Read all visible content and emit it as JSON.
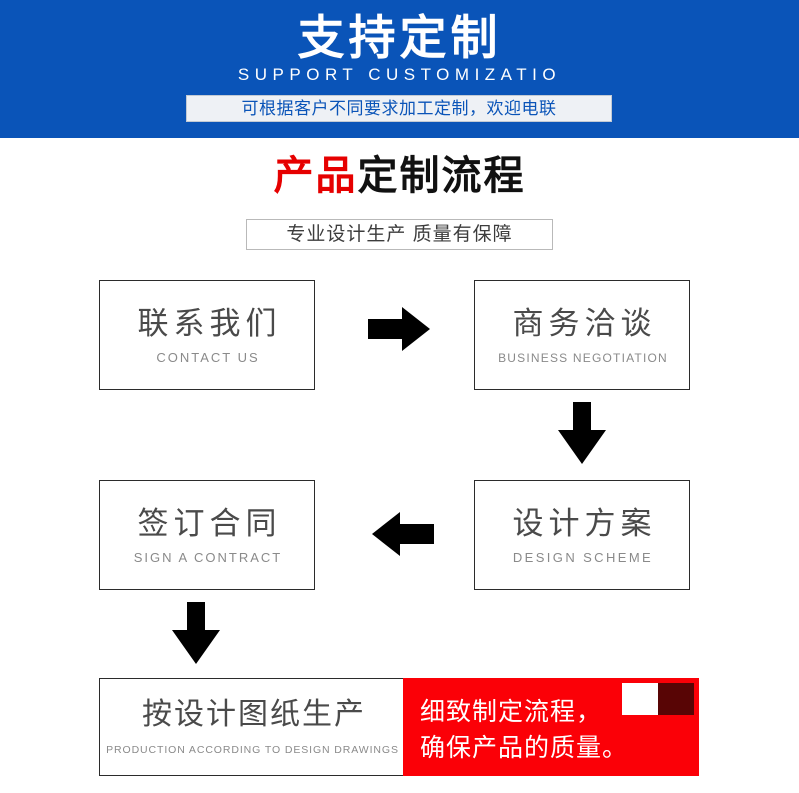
{
  "banner": {
    "title_cn": "支持定制",
    "title_en": "SUPPORT CUSTOMIZATIO",
    "pill_text": "可根据客户不同要求加工定制，欢迎电联",
    "bg_color": "#0a54b8",
    "pill_bg_color": "#eef1f5"
  },
  "section": {
    "title_highlight": "产品",
    "title_rest": "定制流程",
    "highlight_color": "#e60000",
    "subtitle": "专业设计生产 质量有保障"
  },
  "flow": {
    "steps": [
      {
        "id": "contact",
        "cn": "联系我们",
        "en": "CONTACT US"
      },
      {
        "id": "business",
        "cn": "商务洽谈",
        "en": "BUSINESS  NEGOTIATION"
      },
      {
        "id": "design",
        "cn": "设计方案",
        "en": "DESIGN  SCHEME"
      },
      {
        "id": "sign",
        "cn": "签订合同",
        "en": "SIGN A CONTRACT"
      },
      {
        "id": "production",
        "cn": "按设计图纸生产",
        "en": "PRODUCTION  ACCORDING  TO  DESIGN  DRAWINGS"
      }
    ],
    "arrows": [
      {
        "id": "arrow-right-1",
        "direction": "right"
      },
      {
        "id": "arrow-down-1",
        "direction": "down"
      },
      {
        "id": "arrow-left-1",
        "direction": "left"
      },
      {
        "id": "arrow-down-2",
        "direction": "down"
      }
    ]
  },
  "callout": {
    "line1": "细致制定流程，",
    "line2": "确保产品的质量。",
    "bg_color": "#fb0007",
    "swatch_light_color": "#ffffff",
    "swatch_dark_color": "#580505"
  }
}
